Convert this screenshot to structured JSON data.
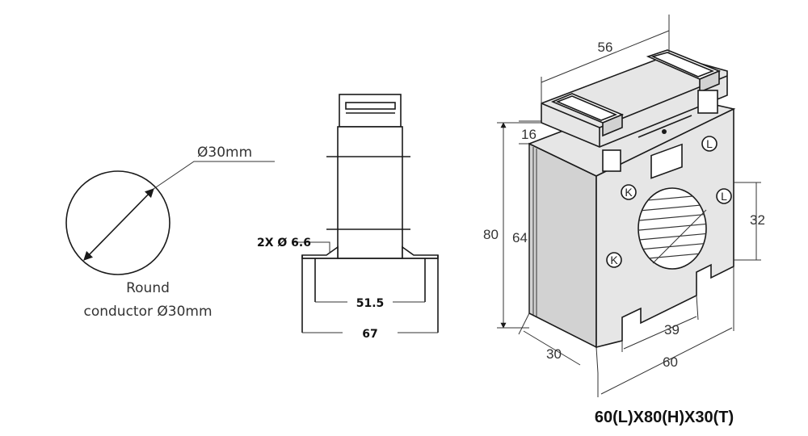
{
  "conductor": {
    "diameter_label": "Ø30mm",
    "caption_line1": "Round",
    "caption_line2": "conductor Ø30mm"
  },
  "side_view": {
    "hole_label": "2X Ø 6.6",
    "inner_width": "51.5",
    "outer_width": "67"
  },
  "iso_view": {
    "top_width": "56",
    "top_offset": "16",
    "total_height": "80",
    "body_height": "64",
    "window_height": "32",
    "depth": "30",
    "slot_spacing": "39",
    "base_width": "60",
    "terminal_k": "K",
    "terminal_l": "L"
  },
  "dimensions_caption": "60(L)X80(H)X30(T)"
}
